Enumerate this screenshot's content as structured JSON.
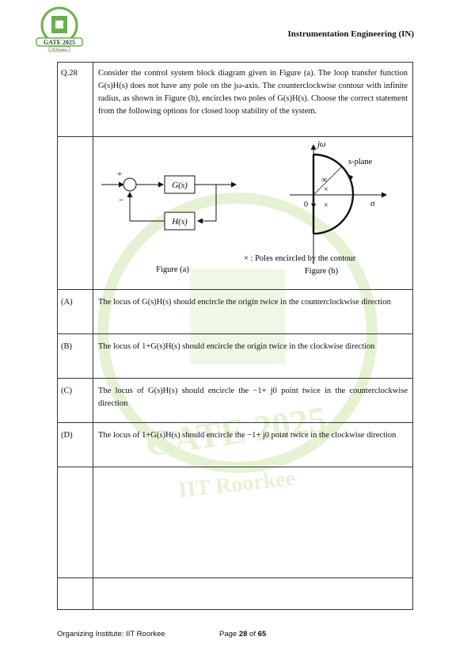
{
  "header": {
    "title": "Instrumentation Engineering (IN)",
    "logo_text": "GATE 2025",
    "logo_subtext": "IIT Roorkee"
  },
  "watermark": {
    "text_main": "GATE 2025",
    "text_sub": "IIT Roorkee"
  },
  "question": {
    "number": "Q.28",
    "stem_part1": "Consider the control system block diagram given in Figure (a). The loop transfer function G(s)H(s) does not have any pole on the jω-axis. The counterclockwise contour with infinite radius, as shown in Figure (b), encircles two poles of G(s)H(s). Choose the correct statement from the following options for closed loop stability of the system."
  },
  "figure_a": {
    "caption": "Figure (a)",
    "block_forward": "G(s)",
    "block_feedback": "H(s)",
    "sign_plus": "+",
    "sign_minus": "−"
  },
  "figure_b": {
    "caption": "Figure (b)",
    "axis_imag": "jω",
    "axis_real": "σ",
    "plane_label": "s-plane",
    "origin": "0",
    "radius_label": "∞",
    "legend": "× : Poles encircled by the contour"
  },
  "options": [
    {
      "label": "(A)",
      "text": "The locus of G(s)H(s) should encircle the origin twice in the counterclockwise direction"
    },
    {
      "label": "(B)",
      "text": "The locus of 1+G(s)H(s) should encircle the origin twice in the clockwise direction"
    },
    {
      "label": "(C)",
      "text": "The locus of G(s)H(s) should encircle the −1+ j0 point twice in the counterclockwise direction"
    },
    {
      "label": "(D)",
      "text": "The locus of 1+G(s)H(s) should encircle the −1+ j0 point twice in the clockwise direction"
    }
  ],
  "footer": {
    "left": "Organizing Institute: IIT Roorkee",
    "page_prefix": "Page ",
    "page_current": "28",
    "page_sep": " of ",
    "page_total": "65"
  }
}
